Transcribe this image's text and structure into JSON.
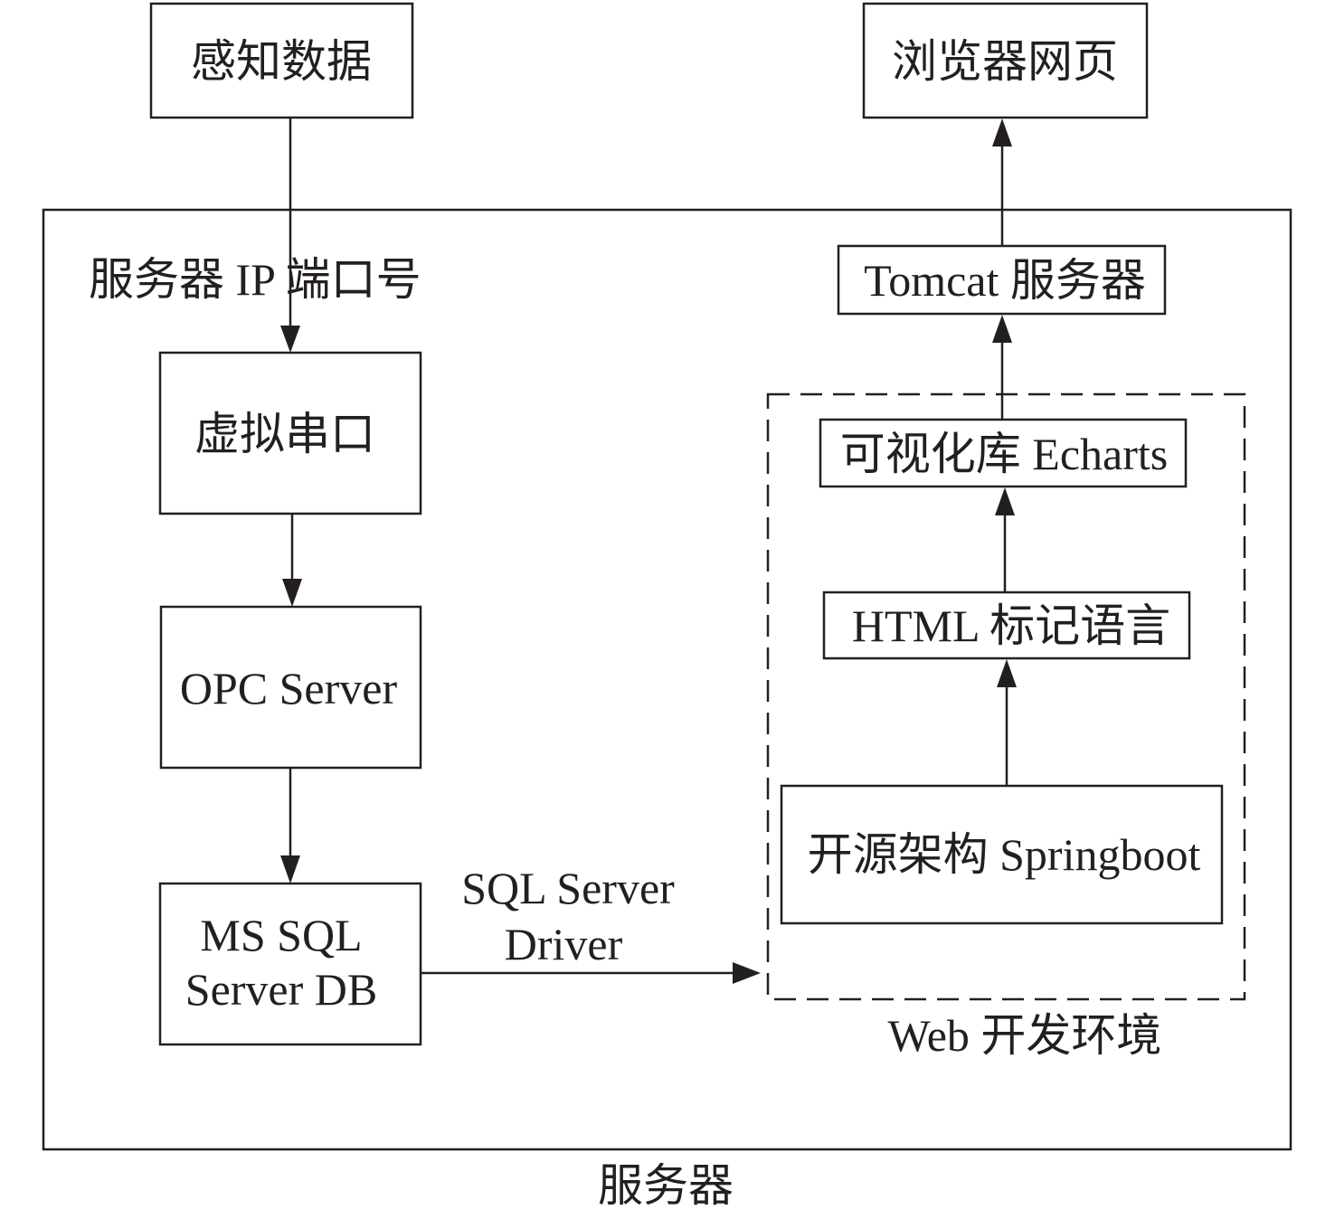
{
  "nodes": {
    "sensing_data": "感知数据",
    "browser_page": "浏览器网页",
    "virtual_serial": "虚拟串口",
    "opc_server": "OPC Server",
    "ms_sql_line1": "MS SQL",
    "ms_sql_line2": "Server DB",
    "tomcat": "Tomcat 服务器",
    "echarts": "可视化库 Echarts",
    "html": "HTML 标记语言",
    "springboot": "开源架构 Springboot"
  },
  "edge_labels": {
    "sql_driver_line1": "SQL Server",
    "sql_driver_line2": "Driver"
  },
  "groups": {
    "server_ip_port": "服务器 IP 端口号",
    "web_env": "Web 开发环境",
    "server": "服务器"
  },
  "colors": {
    "stroke": "#231f20",
    "text": "#231f20",
    "background": "#ffffff"
  }
}
